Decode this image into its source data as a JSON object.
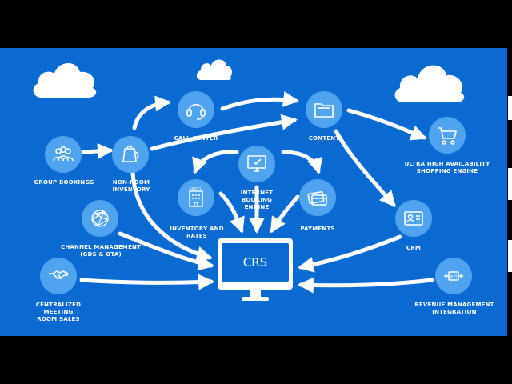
{
  "colors": {
    "background": "#0a6ad1",
    "node_fill": "#4fa3ef",
    "arrow": "#ffffff",
    "letterbox": "#000000"
  },
  "center": {
    "label": "CRS"
  },
  "nodes": [
    {
      "id": "group-bookings",
      "label": "GROUP BOOKINGS",
      "icon": "people-group-icon"
    },
    {
      "id": "non-room-inventory",
      "label": "NON-ROOM INVENTORY",
      "icon": "kettle-icon"
    },
    {
      "id": "call-center",
      "label": "CALL CENTER",
      "icon": "headset-icon"
    },
    {
      "id": "content",
      "label": "CONTENT",
      "icon": "folder-icon"
    },
    {
      "id": "ultra-high-availability",
      "label": "ULTRA HIGH AVAILABILITY\nSHOPPING ENGINE",
      "icon": "shopping-cart-icon"
    },
    {
      "id": "internet-booking-engine",
      "label": "INTERNET BOOKING\nENGINE",
      "icon": "monitor-check-icon"
    },
    {
      "id": "inventory-and-rates",
      "label": "INVENTORY AND RATES",
      "icon": "hotel-building-icon"
    },
    {
      "id": "payments",
      "label": "PAYMENTS",
      "icon": "credit-cards-icon"
    },
    {
      "id": "channel-management",
      "label": "CHANNEL MANAGEMENT\n(GDS & OTA)",
      "icon": "network-globe-icon"
    },
    {
      "id": "crm",
      "label": "CRM",
      "icon": "id-card-icon"
    },
    {
      "id": "centralized-meeting",
      "label": "CENTRALIZED\nMEETING\nROOM SALES",
      "icon": "handshake-icon"
    },
    {
      "id": "revenue-management",
      "label": "REVENUE MANAGEMENT\nINTEGRATION",
      "icon": "api-plug-icon"
    }
  ],
  "api_badge": "API",
  "hotel_sign": "HOTEL"
}
